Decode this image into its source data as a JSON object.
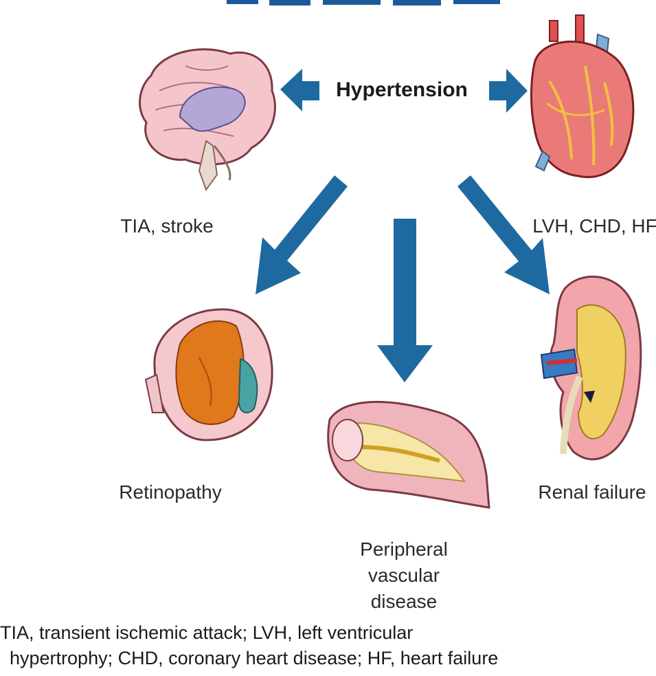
{
  "diagram": {
    "center": "Hypertension",
    "labels": {
      "brain": "TIA, stroke",
      "heart": "LVH, CHD, HF",
      "eye": "Retinopathy",
      "kidney": "Renal failure",
      "vessel_line1": "Peripheral",
      "vessel_line2": "vascular",
      "vessel_line3": "disease"
    },
    "footnote": {
      "line1": "TIA, transient ischemic attack; LVH, left ventricular",
      "line2": "hypertrophy; CHD, coronary heart disease; HF, heart failure"
    },
    "colors": {
      "arrow": "#1e6aa0",
      "title_fragment": "#1d5a9a",
      "label_text": "#2a2a2a"
    }
  }
}
